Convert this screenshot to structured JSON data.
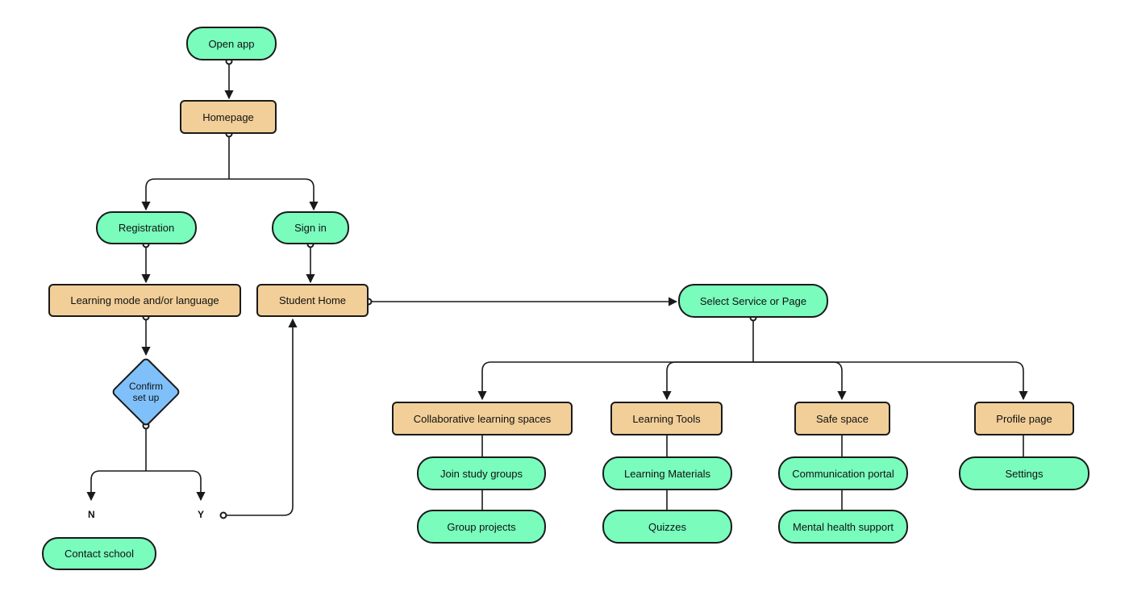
{
  "colors": {
    "action_node": "#79fcbc",
    "page_node": "#f2cf99",
    "decision_node": "#7fc0fa",
    "stroke": "#1a1a1a"
  },
  "nodes": {
    "open_app": "Open app",
    "homepage": "Homepage",
    "registration": "Registration",
    "sign_in": "Sign in",
    "learning_mode": "Learning mode and/or language",
    "student_home": "Student Home",
    "confirm_line1": "Confirm",
    "confirm_line2": "set up",
    "no": "N",
    "yes": "Y",
    "contact_school": "Contact school",
    "select_service": "Select Service or Page",
    "collab_spaces": "Collaborative learning spaces",
    "join_groups": "Join study groups",
    "group_projects": "Group projects",
    "learning_tools": "Learning Tools",
    "learning_materials": "Learning Materials",
    "quizzes": "Quizzes",
    "safe_space": "Safe space",
    "comm_portal": "Communication portal",
    "mental_health": "Mental health support",
    "profile_page": "Profile page",
    "settings": "Settings"
  }
}
